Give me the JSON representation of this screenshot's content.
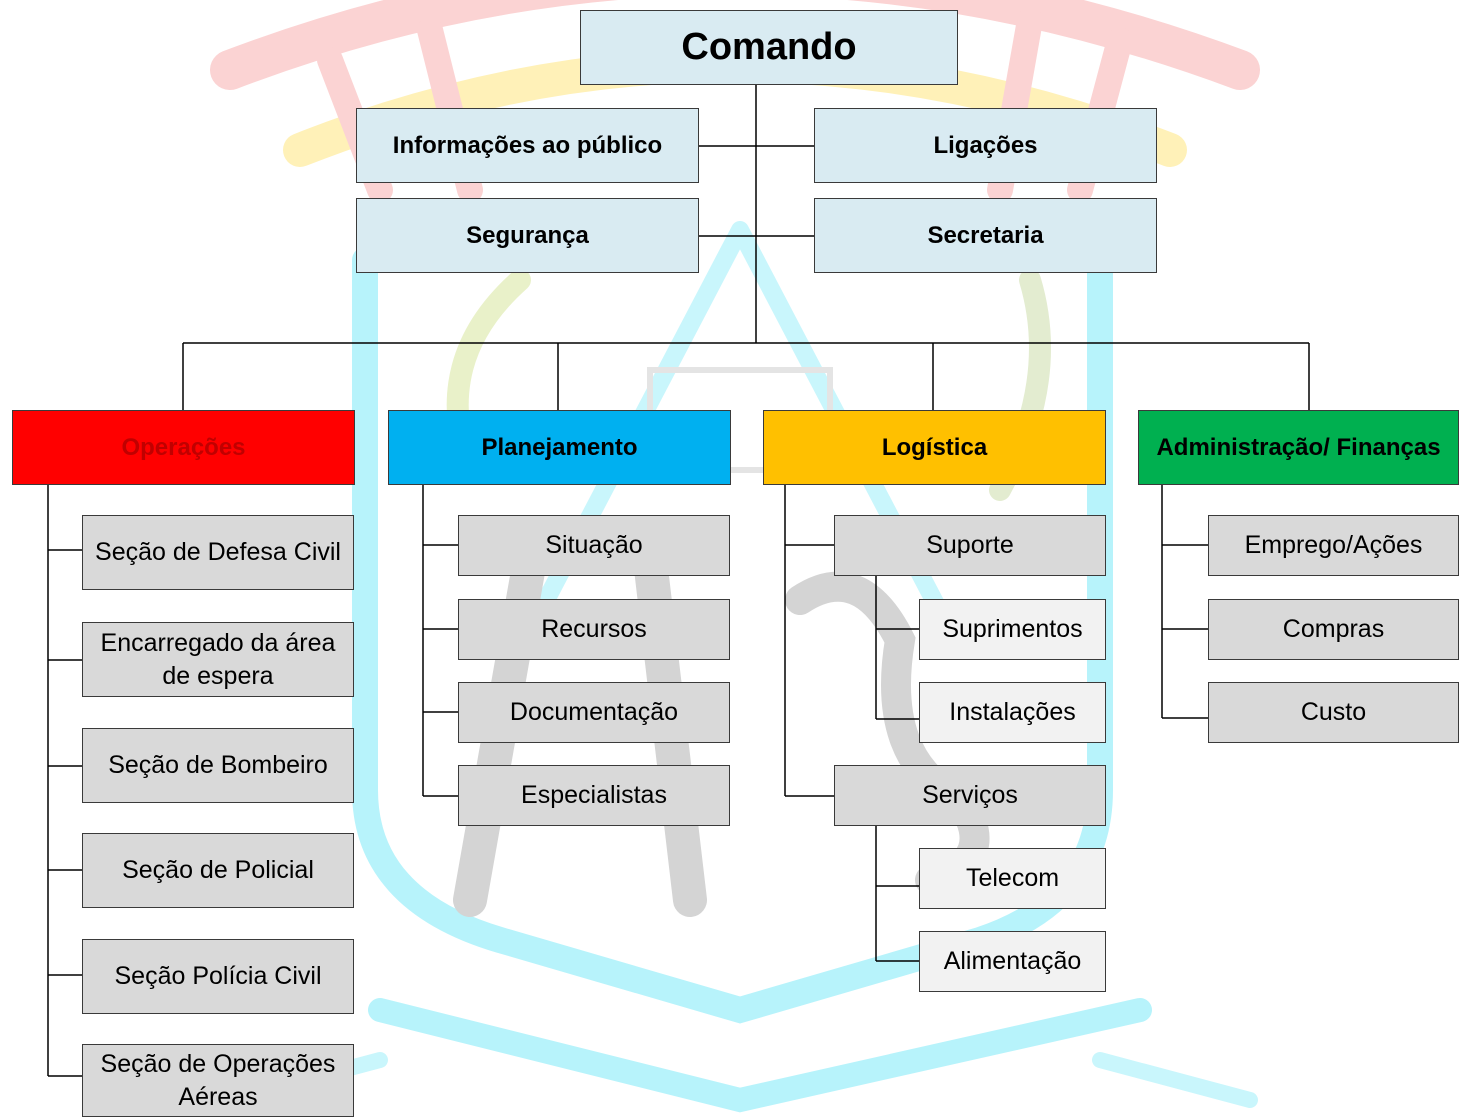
{
  "command": {
    "label": "Comando"
  },
  "staff": {
    "public_info": "Informações ao público",
    "liaison": "Ligações",
    "safety": "Segurança",
    "secretary": "Secretaria"
  },
  "sections": {
    "operations": {
      "label": "Operações",
      "color": "#ff0000",
      "text_color": "#c00000",
      "units": [
        "Seção de Defesa Civil",
        "Encarregado da área de espera",
        "Seção de Bombeiro",
        "Seção de Policial",
        "Seção Polícia Civil",
        "Seção de Operações Aéreas"
      ]
    },
    "planning": {
      "label": "Planejamento",
      "color": "#00b0f0",
      "units": [
        "Situação",
        "Recursos",
        "Documentação",
        "Especialistas"
      ]
    },
    "logistics": {
      "label": "Logística",
      "color": "#ffc000",
      "support": "Suporte",
      "support_units": [
        "Suprimentos",
        "Instalações"
      ],
      "services": "Serviços",
      "services_units": [
        "Telecom",
        "Alimentação"
      ]
    },
    "finance": {
      "label": "Administração/ Finanças",
      "color": "#00b050",
      "units": [
        "Emprego/Ações",
        "Compras",
        "Custo"
      ]
    }
  },
  "colors": {
    "command_fill": "#d9ebf2",
    "unit_fill": "#d9d9d9",
    "subunit_fill": "#f2f2f2",
    "connector": "#000000"
  }
}
